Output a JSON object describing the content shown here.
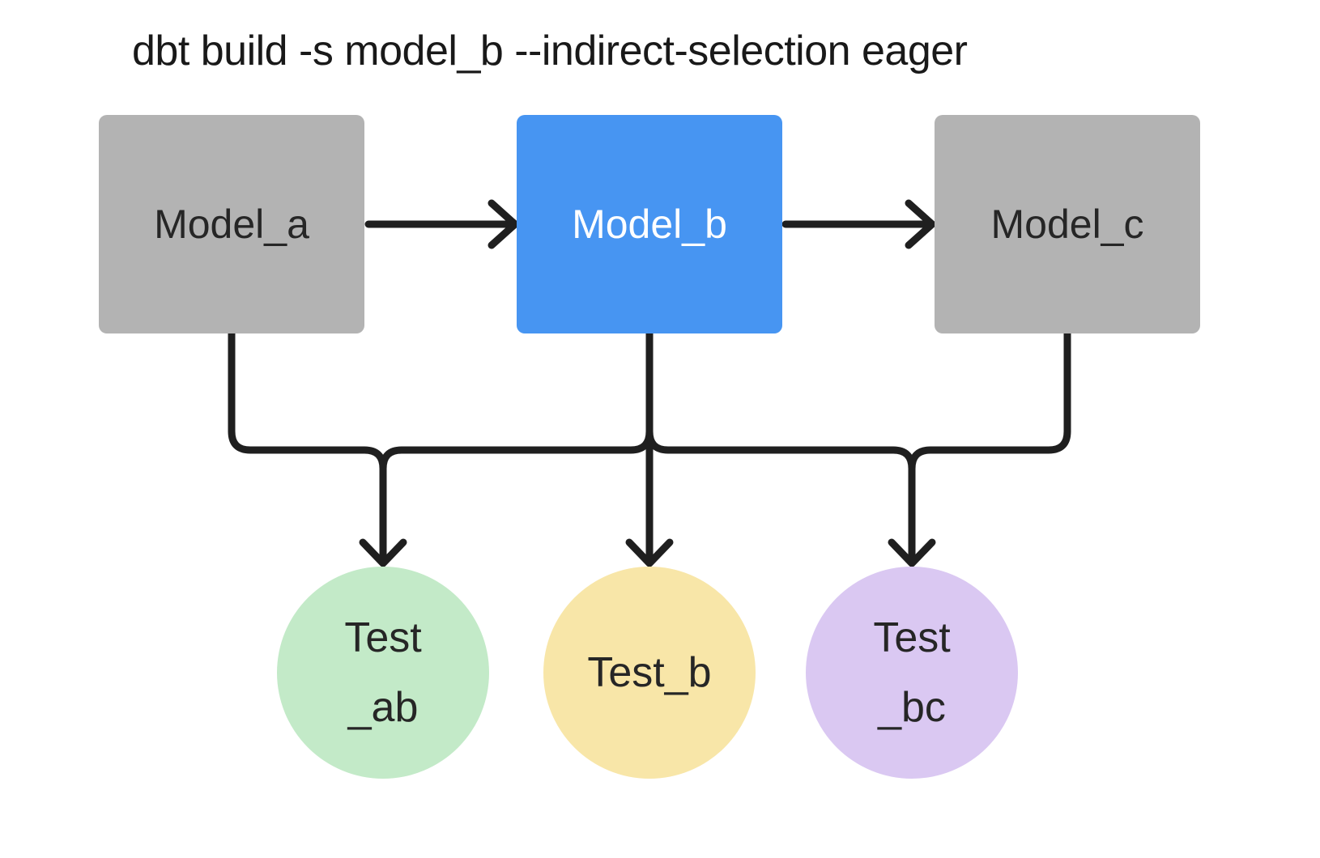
{
  "title": "dbt build -s model_b --indirect-selection eager",
  "nodes": {
    "model_a": {
      "label": "Model_a",
      "type": "model",
      "fill": "#b3b3b3",
      "text_color": "#262626"
    },
    "model_b": {
      "label": "Model_b",
      "type": "model",
      "selected": true,
      "fill": "#4795f2",
      "text_color": "#ffffff"
    },
    "model_c": {
      "label": "Model_c",
      "type": "model",
      "fill": "#b3b3b3",
      "text_color": "#262626"
    },
    "test_ab": {
      "label": "Test_ab",
      "line1": "Test",
      "line2": "_ab",
      "type": "test",
      "fill": "#c3eac8",
      "text_color": "#262626"
    },
    "test_b": {
      "label": "Test_b",
      "line1": "Test_b",
      "type": "test",
      "fill": "#f8e6a8",
      "text_color": "#262626"
    },
    "test_bc": {
      "label": "Test_bc",
      "line1": "Test",
      "line2": "_bc",
      "type": "test",
      "fill": "#dac8f2",
      "text_color": "#262626"
    }
  },
  "edges": [
    {
      "from": "model_a",
      "to": "model_b",
      "style": "arrow"
    },
    {
      "from": "model_b",
      "to": "model_c",
      "style": "arrow"
    },
    {
      "from": "model_a",
      "to": "test_ab",
      "style": "arrow"
    },
    {
      "from": "model_b",
      "to": "test_ab",
      "style": "arrow"
    },
    {
      "from": "model_b",
      "to": "test_b",
      "style": "arrow"
    },
    {
      "from": "model_b",
      "to": "test_bc",
      "style": "arrow"
    },
    {
      "from": "model_c",
      "to": "test_bc",
      "style": "arrow"
    }
  ],
  "colors": {
    "background": "#ffffff",
    "model_default_fill": "#b3b3b3",
    "model_selected_fill": "#4795f2",
    "test_ab_fill": "#c3eac8",
    "test_b_fill": "#f8e6a8",
    "test_bc_fill": "#dac8f2",
    "edge_stroke": "#1f1f1f",
    "title_text": "#191919",
    "dark_text": "#262626",
    "light_text": "#ffffff"
  }
}
